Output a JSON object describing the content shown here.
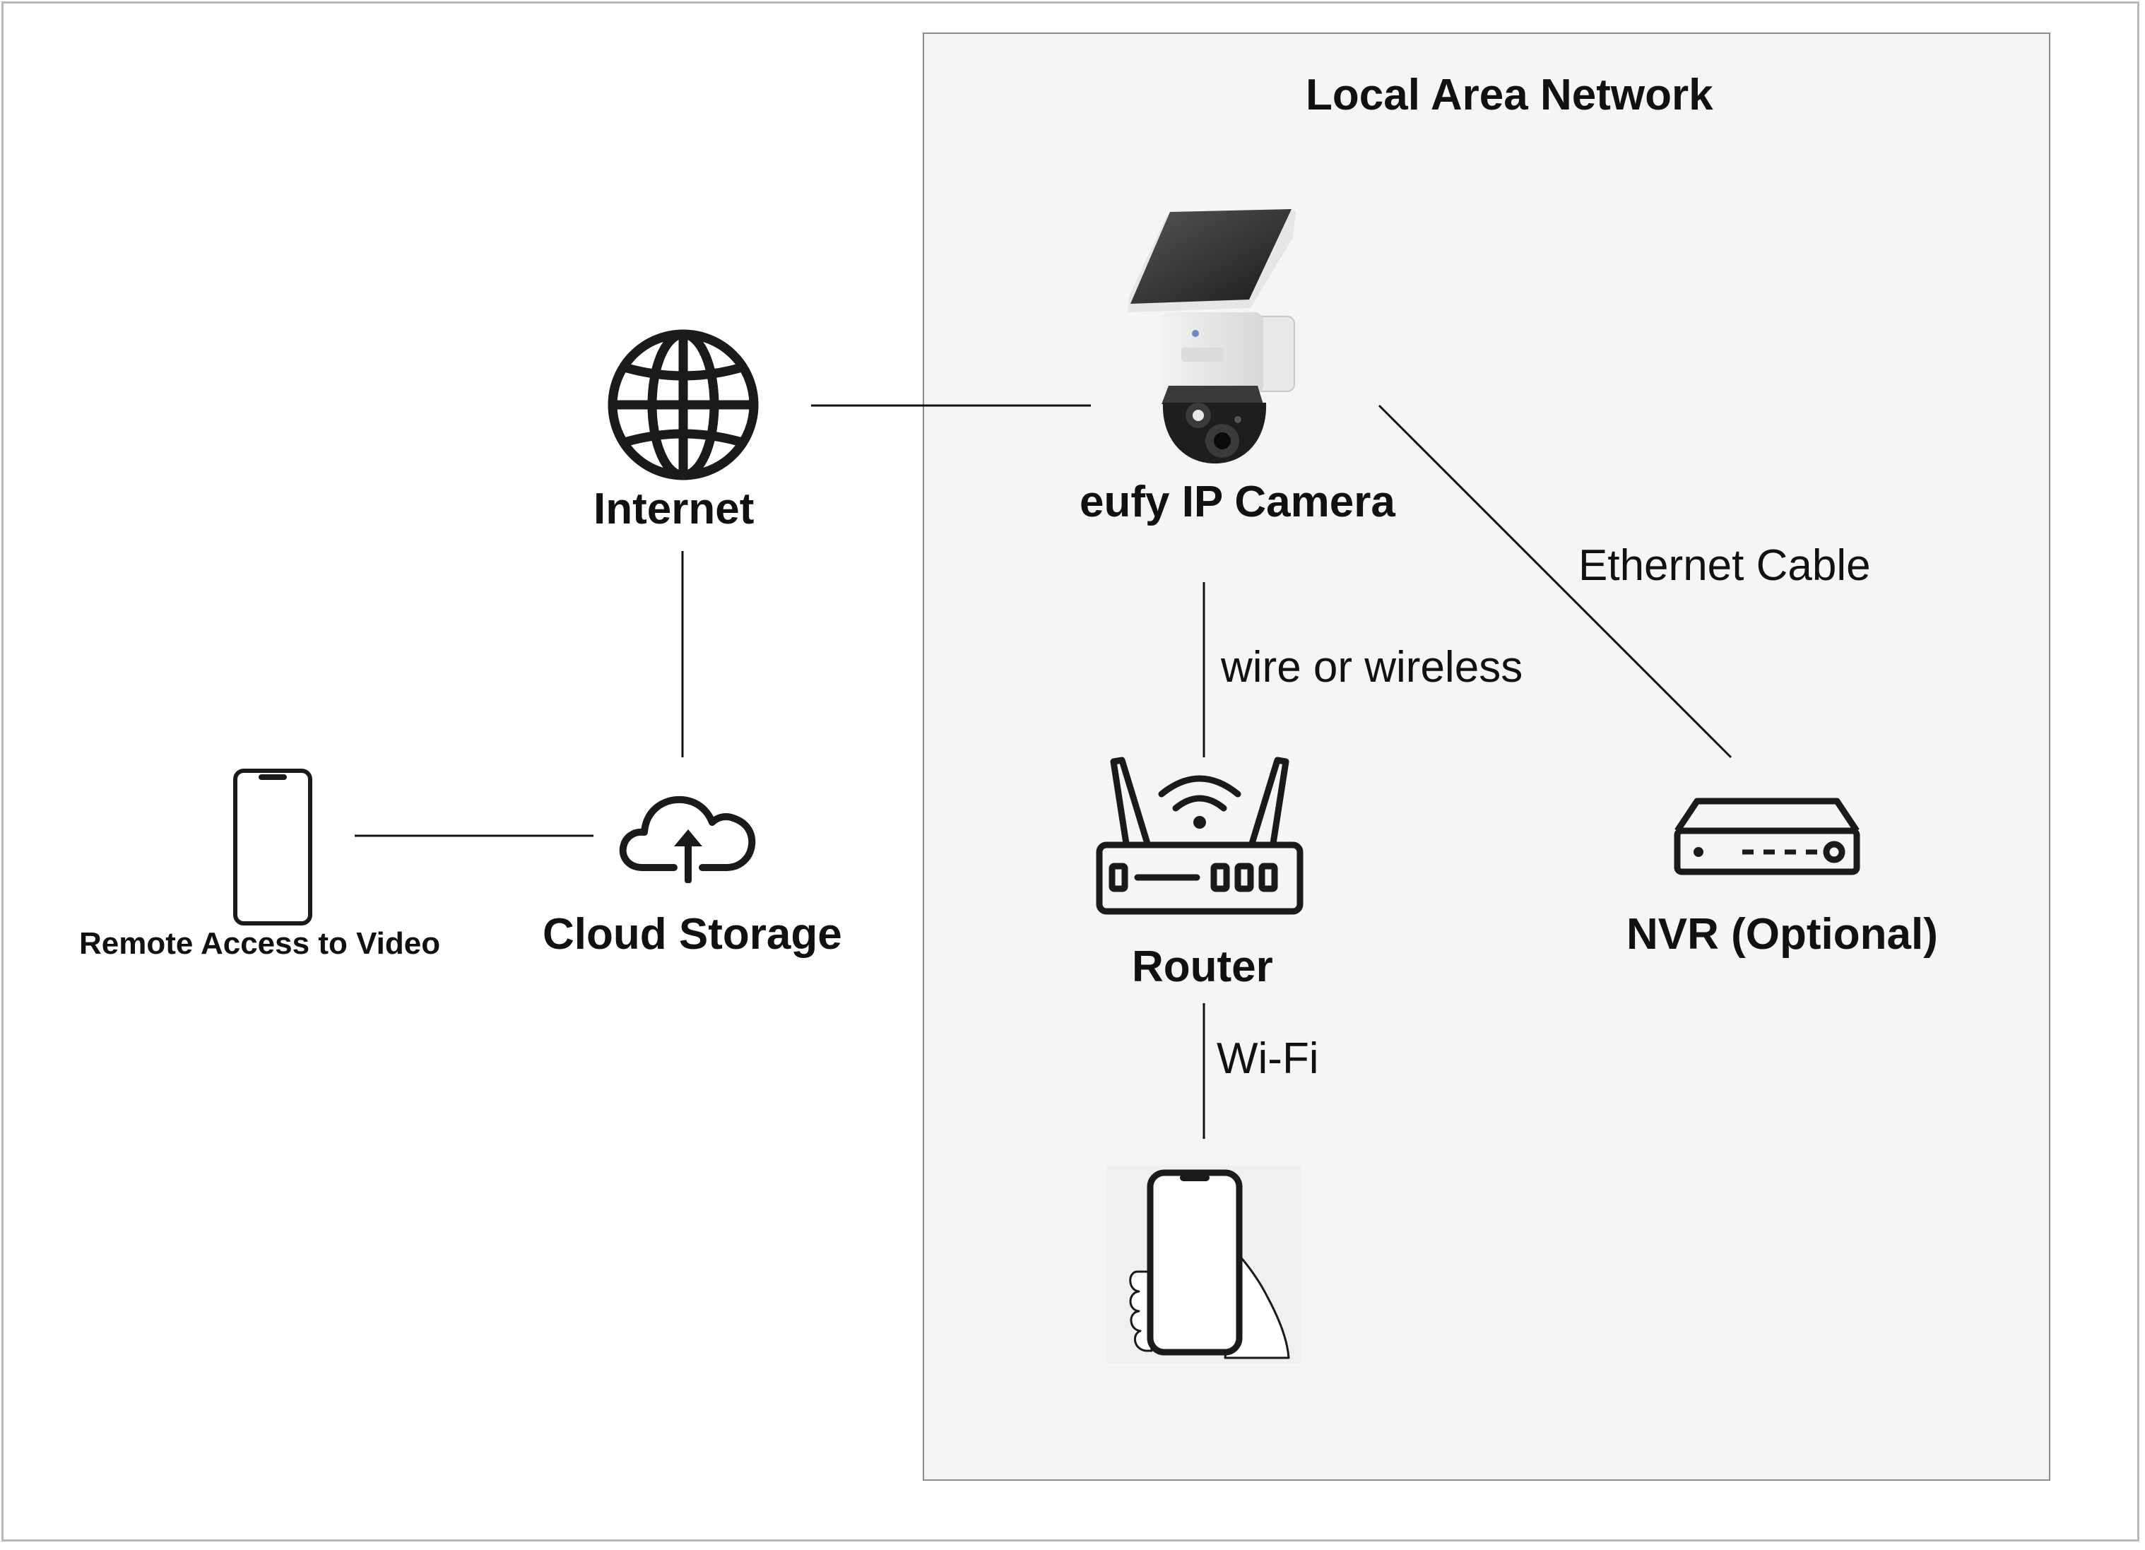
{
  "diagram": {
    "lan_title": "Local Area Network",
    "nodes": {
      "internet": "Internet",
      "cloud_storage": "Cloud Storage",
      "remote_access": "Remote Access to Video",
      "camera": "eufy IP Camera",
      "router": "Router",
      "nvr": "NVR (Optional)"
    },
    "edges": {
      "camera_router": "wire or wireless",
      "camera_nvr": "Ethernet Cable",
      "router_phone": "Wi-Fi"
    },
    "icons": {
      "internet": "globe-icon",
      "cloud": "cloud-upload-icon",
      "remote_phone": "smartphone-icon",
      "camera": "solar-camera-icon",
      "router": "router-icon",
      "nvr": "nvr-icon",
      "local_phone": "hand-smartphone-icon"
    }
  }
}
